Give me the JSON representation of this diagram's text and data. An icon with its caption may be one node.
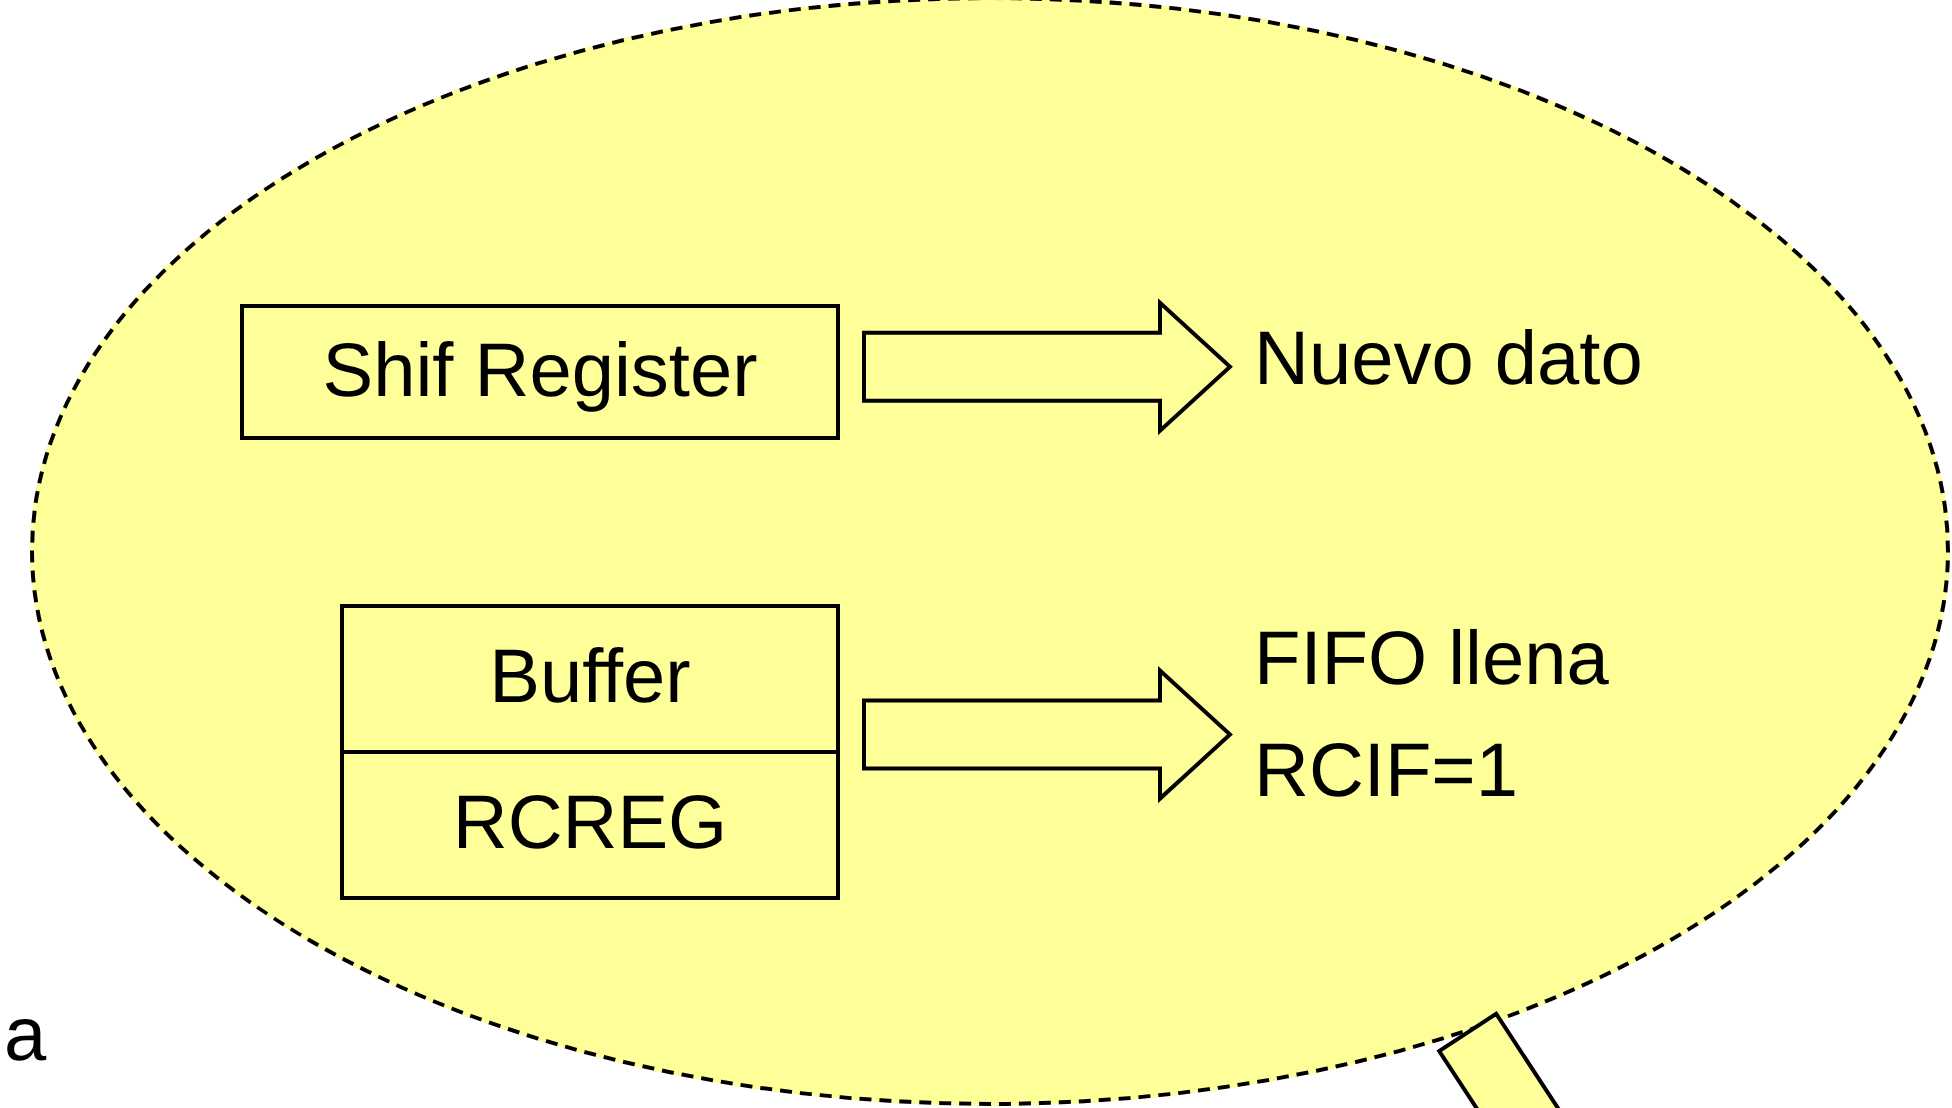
{
  "diagram": {
    "nodes": [
      {
        "text": [],
        "shape": "ellipse"
      },
      {
        "text": [
          "Shif Register"
        ],
        "in": 0
      },
      {
        "text": [
          "Nuevo dato"
        ],
        "in": 0
      },
      {
        "text": [
          "Buffer",
          "RCREG"
        ],
        "in": 0
      },
      {
        "text": [
          "FIFO llena",
          "RCIF=1"
        ],
        "in": 0
      }
    ],
    "edges": [
      {
        "from": 1,
        "to": 2,
        "arrow": "to"
      },
      {
        "from": 3,
        "to": 4,
        "arrow": "to"
      },
      {
        "from": 0,
        "to": null,
        "arrow": "to"
      }
    ],
    "labels": [
      "a"
    ]
  }
}
